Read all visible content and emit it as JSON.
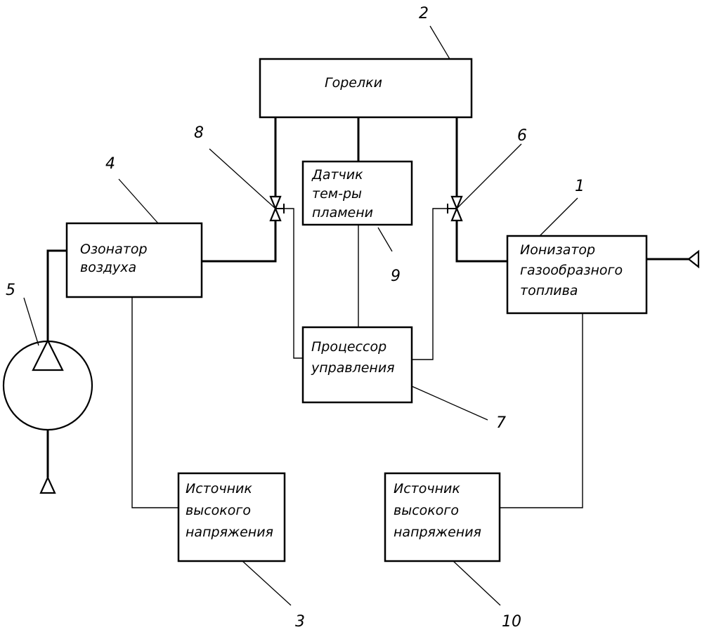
{
  "blocks": {
    "burners": {
      "lines": [
        "Горелки"
      ]
    },
    "flame_sensor": {
      "lines": [
        "Датчик",
        "тем-ры",
        "пламени"
      ]
    },
    "air_ozonator": {
      "lines": [
        "Озонатор",
        "воздуха"
      ]
    },
    "fuel_ionizer": {
      "lines": [
        "Ионизатор",
        "газообразного",
        "топлива"
      ]
    },
    "control_processor": {
      "lines": [
        "Процессор",
        "управления"
      ]
    },
    "hv_source_left": {
      "lines": [
        "Источник",
        "высокого",
        "напряжения"
      ]
    },
    "hv_source_right": {
      "lines": [
        "Источник",
        "высокого",
        "напряжения"
      ]
    }
  },
  "numbers": {
    "n1": "1",
    "n2": "2",
    "n3": "3",
    "n4": "4",
    "n5": "5",
    "n6": "6",
    "n7": "7",
    "n8": "8",
    "n9": "9",
    "n10": "10"
  }
}
